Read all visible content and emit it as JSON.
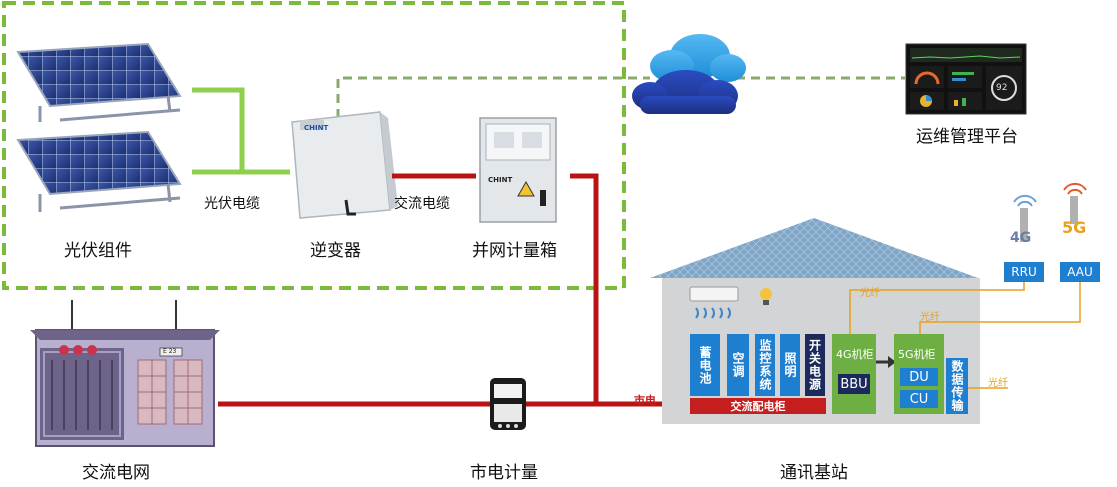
{
  "labels": {
    "pv_modules": "光伏组件",
    "inverter": "逆变器",
    "grid_meter_box": "并网计量箱",
    "ops_platform": "运维管理平台",
    "ac_grid": "交流电网",
    "utility_meter": "市电计量",
    "base_station": "通讯基站"
  },
  "cables": {
    "pv_cable": "光伏电缆",
    "ac_cable": "交流电缆",
    "utility_power": "市电"
  },
  "station": {
    "battery": "蓄电池",
    "aircon": "空调",
    "monitoring": "监控系统",
    "lighting": "照明",
    "switch_psu": "开关电源",
    "cabinet_4g": "4G机柜",
    "bbu": "BBU",
    "cabinet_5g": "5G机柜",
    "du": "DU",
    "cu": "CU",
    "data_transfer": "数据传输",
    "ac_dist": "交流配电柜",
    "rru": "RRU",
    "aau": "AAU",
    "fiber": "光纤",
    "badge_4g": "4G",
    "badge_5g": "5G"
  },
  "dashboard": {
    "gauge_value": "92"
  },
  "devices": {
    "inverter_brand": "CHINT",
    "meterbox_brand": "CHINT",
    "tag_e23": "E 23"
  },
  "colors": {
    "dashed_green": "#7cba3c",
    "pv_line": "#8ecf4c",
    "power_red": "#b81414",
    "fiber_orange": "#e8a21b",
    "cloud": "#2c3e9e",
    "blue_box": "#1e7fd0",
    "green_cabinet": "#6eaf43"
  }
}
